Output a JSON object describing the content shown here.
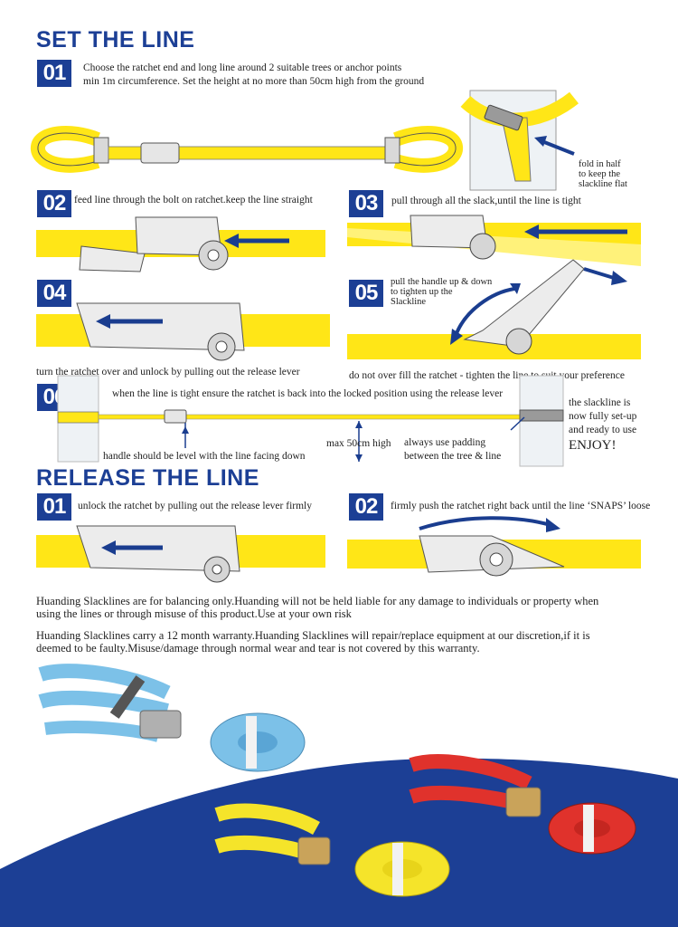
{
  "headings": {
    "set": "SET THE LINE",
    "release": "RELEASE THE LINE"
  },
  "set_steps": [
    {
      "num": "01",
      "text_line1": "Choose the ratchet end and long line around 2 suitable trees or anchor points",
      "text_line2": "min 1m circumference. Set the height at no more than 50cm high from the ground"
    },
    {
      "num": "02",
      "text": "feed line through the bolt on ratchet.keep the line straight"
    },
    {
      "num": "03",
      "text": "pull through all the slack,until the line is tight"
    },
    {
      "num": "04",
      "text": "turn the ratchet over and unlock by pulling out the release lever"
    },
    {
      "num": "05",
      "text_line1": "pull the handle up & down",
      "text_line2": "to tighten up the",
      "text_line3": "Slackline",
      "caption": "do not over fill the ratchet - tighten the line to suit your preference"
    },
    {
      "num": "06",
      "text": "when the line is tight ensure the ratchet is back into the locked position using the release lever"
    }
  ],
  "fold_note": {
    "line1": "fold in half",
    "line2": "to keep the",
    "line3": "slackline flat"
  },
  "step6_notes": {
    "handle": "handle should be level with the line facing down",
    "height": "max 50cm high",
    "padding_line1": "always use padding",
    "padding_line2": "between the tree & line",
    "ready_line1": "the slackline is",
    "ready_line2": "now fully set-up",
    "ready_line3": "and ready to use",
    "ready_line4": "ENJOY!"
  },
  "release_steps": [
    {
      "num": "01",
      "text": "unlock the ratchet by pulling out the release lever firmly"
    },
    {
      "num": "02",
      "text": "firmly push the ratchet right back until the line ‘SNAPS’ loose"
    }
  ],
  "disclaimer": {
    "liability_line1": "Huanding Slacklines are for balancing only.Huanding will not be held liable for any damage to individuals or property when",
    "liability_line2": "using the lines or through misuse of this product.Use at your own risk",
    "warranty_line1": "Huanding Slacklines carry a 12 month warranty.Huanding Slacklines will repair/replace equipment at our discretion,if it is",
    "warranty_line2": "deemed to be faulty.Misuse/damage through normal wear and tear is not covered by this warranty."
  },
  "colors": {
    "brand_blue": "#1c3f95",
    "webbing_yellow": "#ffe617",
    "arrow_blue": "#1a3d8f",
    "product_blue": "#7cc1e8",
    "product_red": "#e0322c",
    "product_yellow": "#f5e42a"
  }
}
